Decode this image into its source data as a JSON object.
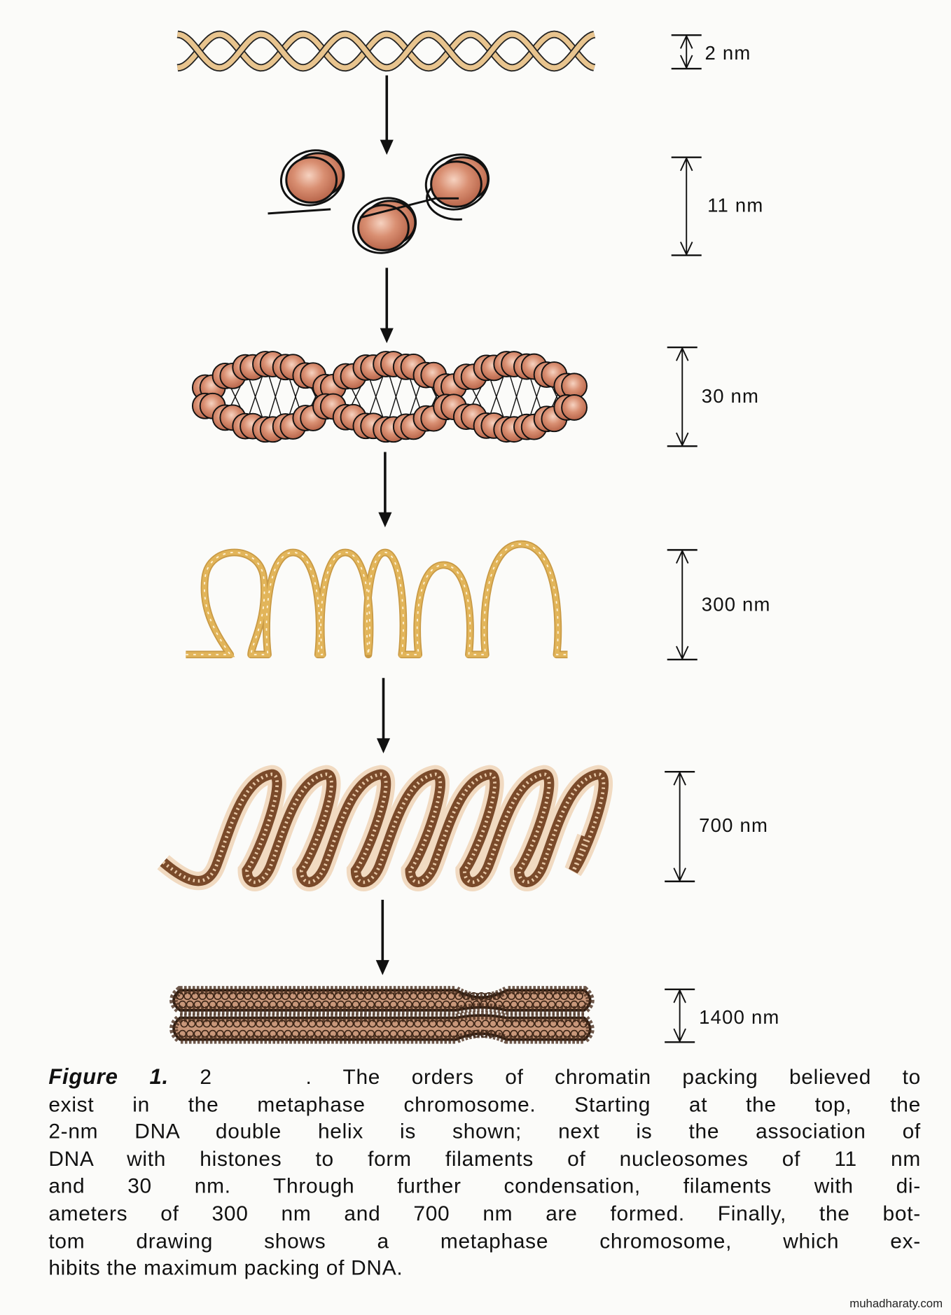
{
  "scale_labels": [
    "2 nm",
    "11 nm",
    "30 nm",
    "300 nm",
    "700 nm",
    "1400 nm"
  ],
  "caption": {
    "figure_label": "Figure 1.",
    "figure_number": "2",
    "lines": [
      ". The orders of chromatin packing believed to",
      "exist in the metaphase chromosome. Starting at the top, the",
      "2-nm DNA double helix is shown; next is the association of",
      "DNA with histones to form filaments of nucleosomes of 11 nm",
      "and 30 nm. Through further condensation, filaments with di-",
      "ameters of 300 nm and 700 nm are formed. Finally, the bot-",
      "tom drawing shows a metaphase chromosome, which ex-",
      "hibits the maximum packing of DNA."
    ]
  },
  "watermark": "muhadharaty.com",
  "colors": {
    "nucleosome": "#d98f72",
    "helix": "#e8c48e",
    "fiber300": "#e2b55a",
    "fiber700": "#7a4a2a",
    "chromosome": "#4a2e1e"
  }
}
